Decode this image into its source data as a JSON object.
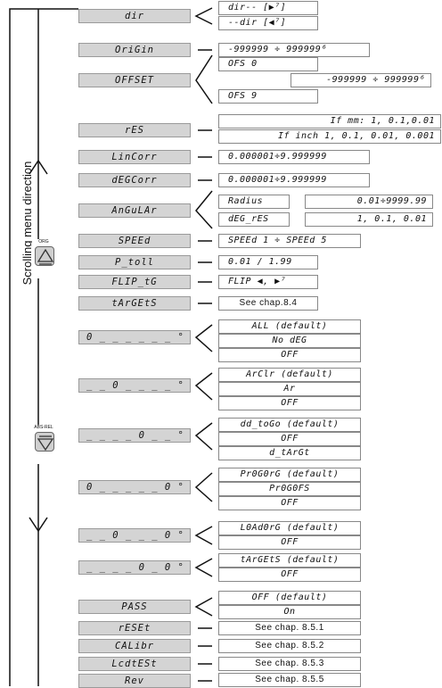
{
  "side_label": "Scrolling menu direction",
  "button_org": "ORG",
  "button_absrel": "ABS-REL",
  "rows": [
    {
      "menu": "dir",
      "options": [
        "dir-- [▶⁷]",
        "--dir [◀⁷]"
      ]
    },
    {
      "menu": "OriGin",
      "options": [
        "-999999 ÷ 999999⁶"
      ]
    },
    {
      "menu": "OFFSET",
      "options": [
        "OFS 0",
        "-999999 ÷ 999999⁶",
        "OFS 9"
      ]
    },
    {
      "menu": "rES",
      "options": [
        "If mm: 1, 0.1,0.01",
        "If inch 1, 0.1, 0.01, 0.001"
      ]
    },
    {
      "menu": "LinCorr",
      "options": [
        "0.000001÷9.999999"
      ]
    },
    {
      "menu": "dEGCorr",
      "options": [
        "0.000001÷9.999999"
      ]
    },
    {
      "menu": "AnGuLAr",
      "options": [
        "Radius",
        "0.01÷9999.99",
        "dEG_rES",
        "1, 0.1, 0.01"
      ]
    },
    {
      "menu": "SPEEd",
      "options": [
        "SPEEd 1 ÷ SPEEd 5"
      ]
    },
    {
      "menu": "P_toll",
      "options": [
        "0.01 / 1.99"
      ]
    },
    {
      "menu": "FLIP_tG",
      "options": [
        "FLIP ◀, ▶⁷"
      ]
    },
    {
      "menu": "tArGEtS",
      "options": [
        "See chap.8.4"
      ]
    },
    {
      "menu": "0 _ _ _ _ _ _ °",
      "options": [
        "ALL (default)",
        "No dEG",
        "OFF"
      ]
    },
    {
      "menu": "_ _ 0 _ _ _ _ °",
      "options": [
        "ArClr (default)",
        "Ar",
        "OFF"
      ]
    },
    {
      "menu": "_ _ _ _ 0 _ _ °",
      "options": [
        "dd_toGo (default)",
        "OFF",
        "d_tArGt"
      ]
    },
    {
      "menu": "0 _ _ _ _ _ 0 °",
      "options": [
        "Pr0G0rG (default)",
        "Pr0G0FS",
        "OFF"
      ]
    },
    {
      "menu": "_ _ 0 _ _ _ 0 °",
      "options": [
        "L0Ad0rG (default)",
        "OFF"
      ]
    },
    {
      "menu": "_ _ _ _ 0 _ 0 °",
      "options": [
        "tArGEtS (default)",
        "OFF"
      ]
    },
    {
      "menu": "PASS",
      "options": [
        "OFF (default)",
        "On"
      ]
    },
    {
      "menu": "rESEt",
      "options": [
        "See chap. 8.5.1"
      ]
    },
    {
      "menu": "CALibr",
      "options": [
        "See chap. 8.5.2"
      ]
    },
    {
      "menu": "LcdtESt",
      "options": [
        "See chap. 8.5.3"
      ]
    },
    {
      "menu": "Rev",
      "options": [
        "See chap. 8.5.5"
      ]
    }
  ]
}
